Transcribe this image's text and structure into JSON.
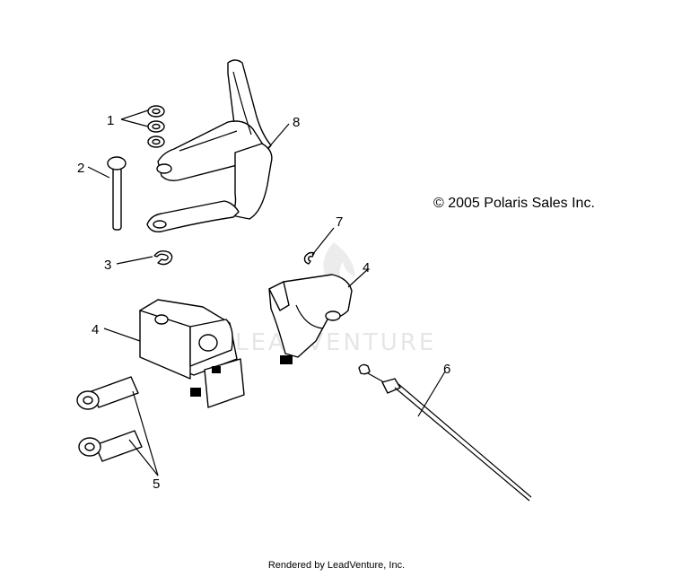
{
  "copyright": "© 2005 Polaris Sales Inc.",
  "footer": "Rendered by LeadVenture, Inc.",
  "watermark": "LEADVENTURE",
  "callouts": [
    "1",
    "2",
    "3",
    "4",
    "4",
    "5",
    "6",
    "7",
    "8"
  ]
}
